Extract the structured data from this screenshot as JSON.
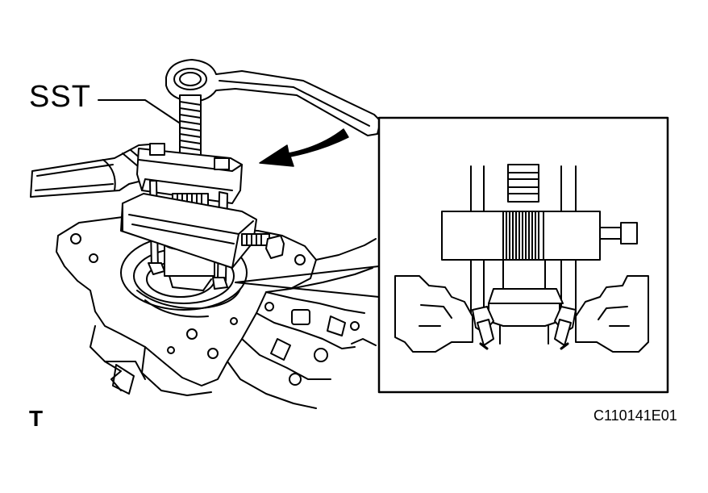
{
  "labels": {
    "tool": "SST",
    "view_marker": "T",
    "figure_code": "C110141E01"
  },
  "colors": {
    "line": "#000000",
    "background": "#ffffff",
    "arrow_fill": "#000000"
  },
  "icons": {
    "rotation_arrow": "curved-arrow-icon"
  }
}
